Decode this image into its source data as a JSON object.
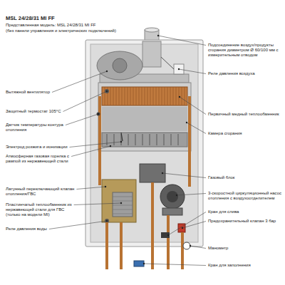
{
  "diagram": {
    "title": "MSL 24/28/31 MI FF",
    "labels": [
      "Представленная модель: MSL 24/28/31 MI FF",
      "(без панели управления и электрических подключений)",
      "Вытяжной вентилятор",
      "Защитный термостат 105°C",
      "Датчик температуры контура отопления",
      "Электрод розжига и ионизации",
      "Атмосферная газовая горелка с рампой из нержавеющей стали",
      "Латунный переключающий клапан отопления/ГВС",
      "Пластинчатый теплообменник из нержавеющей стали для ГВС (только на модели MI)",
      "Реле давления воды",
      "Подсоединение воздух/продукты сгорания диаметром Ø 60/100 мм с измерительным отводом",
      "Реле давления воздуха",
      "Первичный медный теплообменник",
      "Камера сгорания",
      "Газовый блок",
      "3-скоростной циркуляционный насос отопления с воздухоотделителем",
      "Кран для слива",
      "Предохранительный клапан 3 бар",
      "Манометр",
      "Кран для заполнения"
    ]
  }
}
